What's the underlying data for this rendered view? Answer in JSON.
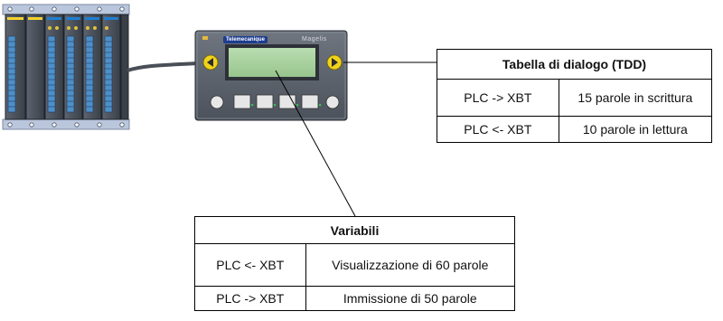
{
  "terminal": {
    "brand": "Telemecanique",
    "model": "Magelis"
  },
  "tdd_table": {
    "title": "Tabella di dialogo (TDD)",
    "rows": [
      {
        "direction": "PLC -> XBT",
        "description": "15 parole in scrittura"
      },
      {
        "direction": "PLC <- XBT",
        "description": "10 parole in lettura"
      }
    ]
  },
  "variables_table": {
    "title": "Variabili",
    "rows": [
      {
        "direction": "PLC <- XBT",
        "description": "Visualizzazione di 60 parole"
      },
      {
        "direction": "PLC -> XBT",
        "description": "Immissione di 50 parole"
      }
    ]
  }
}
